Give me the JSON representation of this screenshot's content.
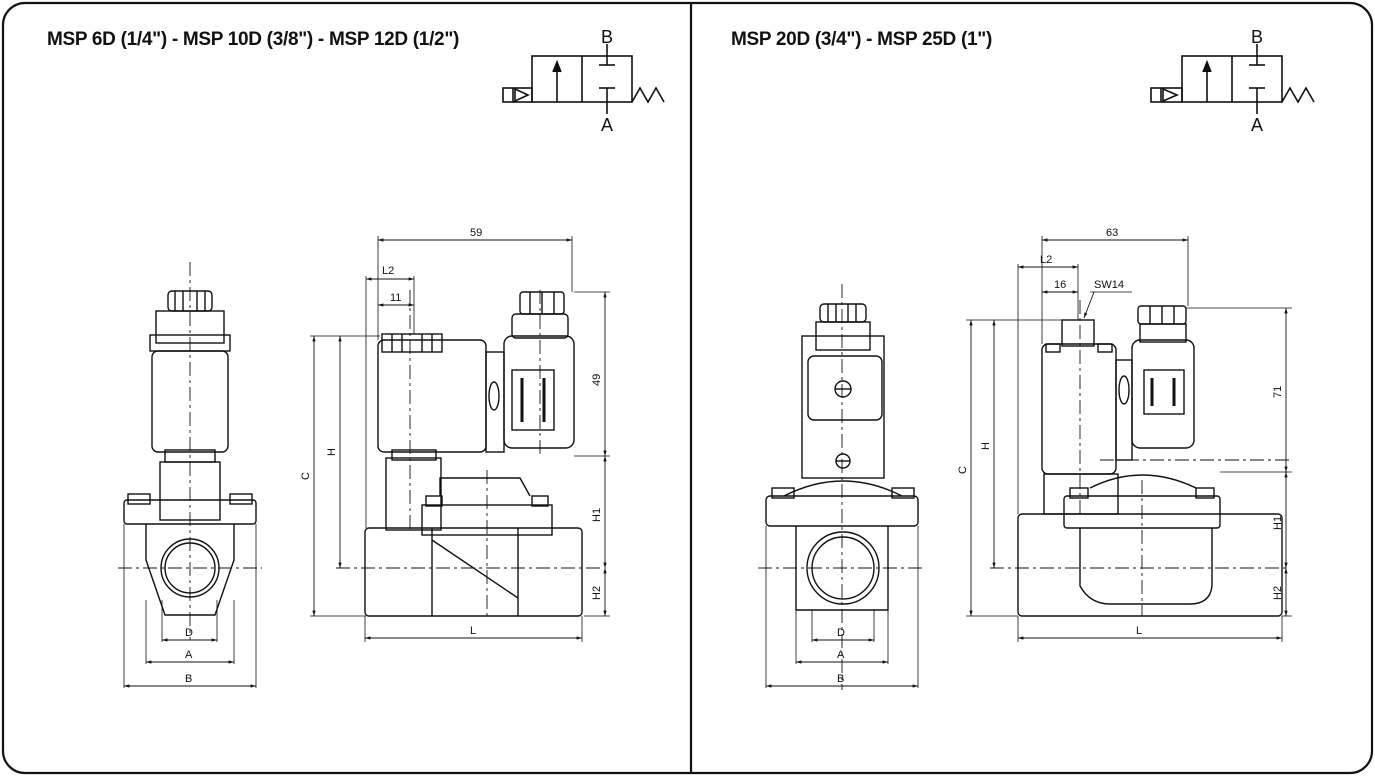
{
  "panels": [
    {
      "title": "MSP 6D (1/4\") - MSP 10D (3/8\") - MSP 12D (1/2\")",
      "symbol": {
        "port_top": "B",
        "port_bottom": "A"
      },
      "front_view": {
        "dim_d": "D",
        "dim_a": "A",
        "dim_b": "B"
      },
      "side_view": {
        "dim_width": "59",
        "dim_l2": "L2",
        "dim_offset": "11",
        "dim_height_coil": "49",
        "dim_h": "H",
        "dim_c": "C",
        "dim_h1": "H1",
        "dim_h2": "H2",
        "dim_l": "L"
      }
    },
    {
      "title": "MSP 20D (3/4\") - MSP 25D (1\")",
      "symbol": {
        "port_top": "B",
        "port_bottom": "A"
      },
      "front_view": {
        "dim_d": "D",
        "dim_a": "A",
        "dim_b": "B"
      },
      "side_view": {
        "dim_width": "63",
        "dim_l2": "L2",
        "dim_offset": "16",
        "dim_wrench": "SW14",
        "dim_height_coil": "71",
        "dim_h": "H",
        "dim_c": "C",
        "dim_h1": "H1",
        "dim_h2": "H2",
        "dim_l": "L"
      }
    }
  ]
}
